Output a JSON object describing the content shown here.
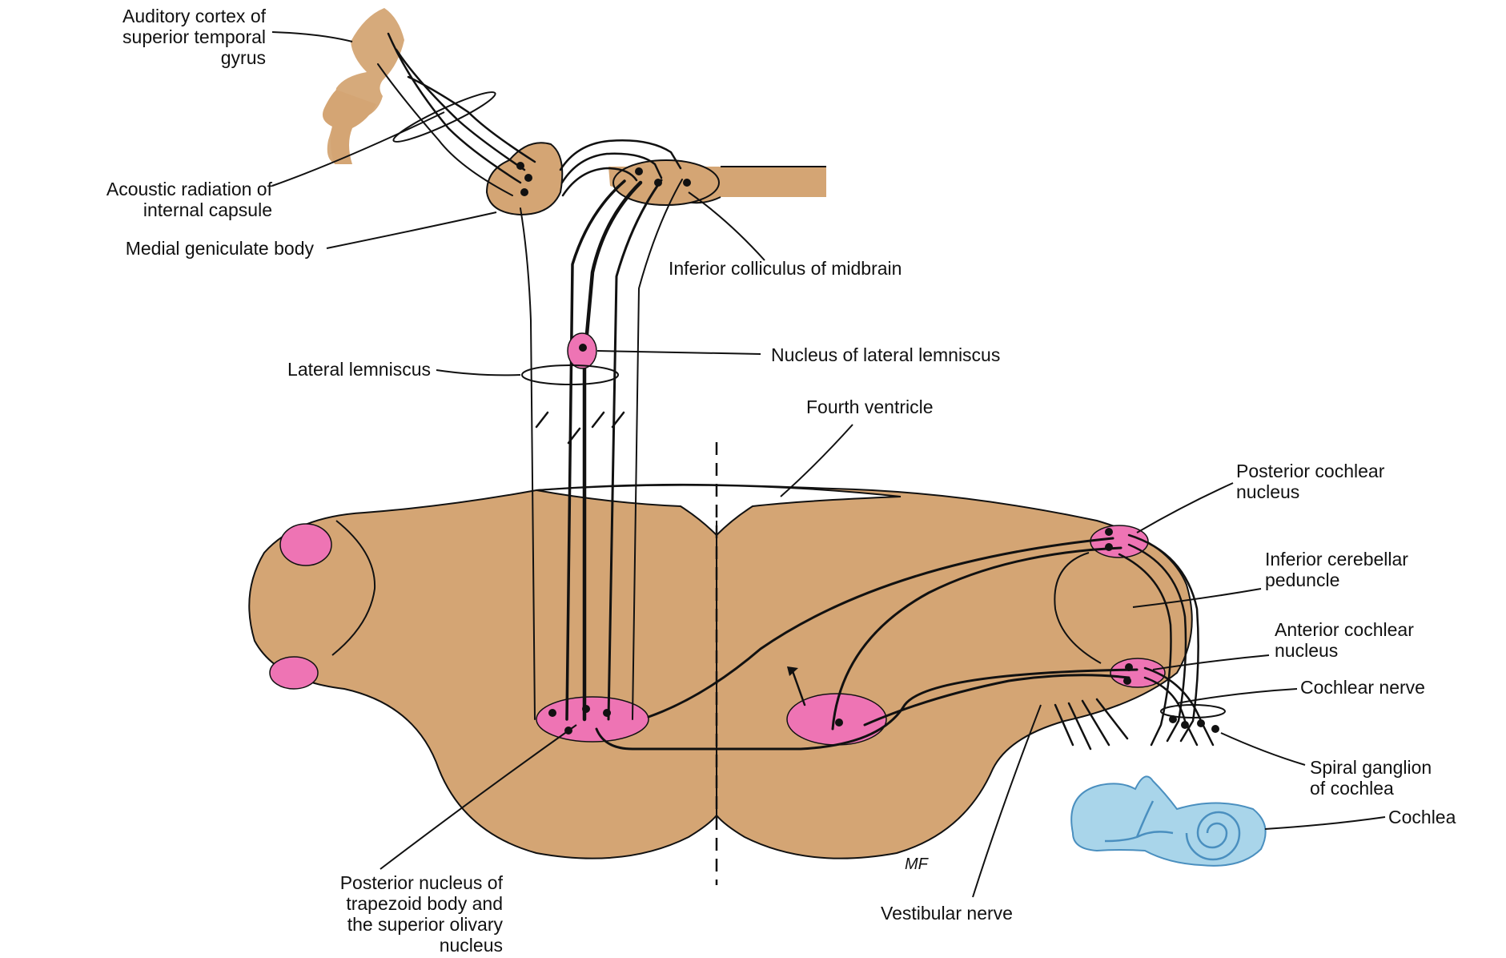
{
  "colors": {
    "tissue": "#d4a574",
    "nucleus": "#ee74b4",
    "cochlea": "#a9d5ea",
    "line": "#111111"
  },
  "labels": {
    "auditory_cortex": [
      "Auditory cortex of",
      "superior temporal",
      "gyrus"
    ],
    "acoustic_radiation": [
      "Acoustic radiation of",
      "internal capsule"
    ],
    "medial_geniculate": [
      "Medial geniculate body"
    ],
    "inferior_colliculus": [
      "Inferior colliculus of midbrain"
    ],
    "nucleus_lateral_lemniscus": [
      "Nucleus of lateral lemniscus"
    ],
    "lateral_lemniscus": [
      "Lateral lemniscus"
    ],
    "fourth_ventricle": [
      "Fourth ventricle"
    ],
    "posterior_cochlear": [
      "Posterior cochlear",
      "nucleus"
    ],
    "inferior_cerebellar": [
      "Inferior cerebellar",
      "peduncle"
    ],
    "anterior_cochlear": [
      "Anterior cochlear",
      "nucleus"
    ],
    "cochlear_nerve": [
      "Cochlear nerve"
    ],
    "spiral_ganglion": [
      "Spiral ganglion",
      "of cochlea"
    ],
    "cochlea": [
      "Cochlea"
    ],
    "trapezoid": [
      "Posterior nucleus of",
      "trapezoid body and",
      "the superior olivary",
      "nucleus"
    ],
    "vestibular_nerve": [
      "Vestibular nerve"
    ]
  },
  "signature": "MF"
}
